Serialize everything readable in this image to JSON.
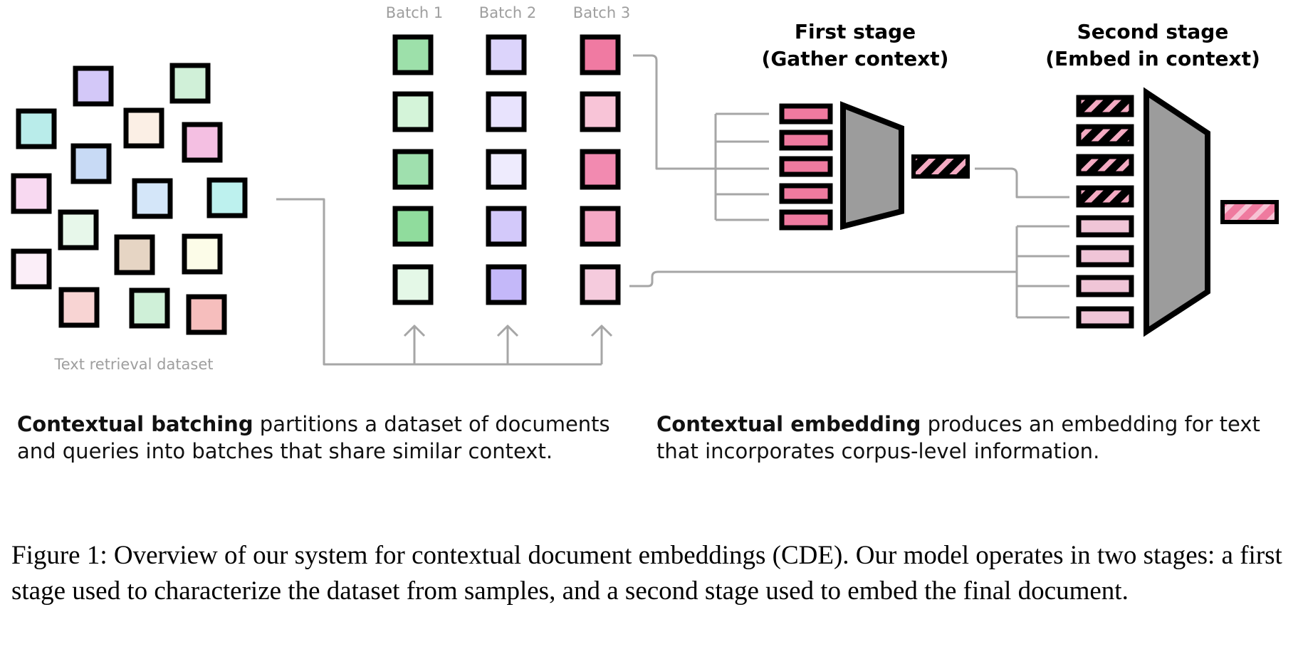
{
  "labels": {
    "batch_1": "Batch 1",
    "batch_2": "Batch 2",
    "batch_3": "Batch 3",
    "dataset": "Text retrieval dataset",
    "first_stage_line1": "First stage",
    "first_stage_line2": "(Gather context)",
    "second_stage_line1": "Second stage",
    "second_stage_line2": "(Embed in context)"
  },
  "captions": {
    "batching_bold": "Contextual batching",
    "batching_rest": " partitions a dataset of documents and queries into batches that share similar context.",
    "embedding_bold": "Contextual embedding",
    "embedding_rest": " produces an embedding for text that incorporates corpus-level information."
  },
  "figure_caption": "Figure 1: Overview of our system for contextual document embeddings (CDE). Our model operates in two stages: a first stage used to characterize the dataset from samples, and a second stage used to embed the final document.",
  "colors": {
    "outline": "#000000",
    "connector": "#a6a6a6",
    "encoder_fill": "#9c9c9c",
    "context_token": "#ef7a9f",
    "query_token": "#f0c5d7",
    "hatch_stripe": "#f4aac2",
    "label_gray": "#9e9e9e"
  },
  "dataset_square_colors": [
    "#d3c8f8",
    "#d0f0d8",
    "#b9ecea",
    "#fbefe5",
    "#f4bfe2",
    "#c8daf5",
    "#f8d9f1",
    "#d4e6f9",
    "#bdf1ee",
    "#e7f7ea",
    "#e6d5c4",
    "#fcfce8",
    "#fbeef8",
    "#f8d4d3",
    "#cff0d8",
    "#f6bebd"
  ],
  "batch_1_colors": [
    "#9de0aa",
    "#d4f4d9",
    "#9fe0ae",
    "#90dc9d",
    "#e4f8e7"
  ],
  "batch_2_colors": [
    "#dcd4fb",
    "#e8e3fd",
    "#eeebfd",
    "#d3c9fa",
    "#c4b8f9"
  ],
  "batch_3_colors": [
    "#f07aa2",
    "#f8c4d7",
    "#f28ab0",
    "#f5a8c5",
    "#f5cbdd"
  ]
}
